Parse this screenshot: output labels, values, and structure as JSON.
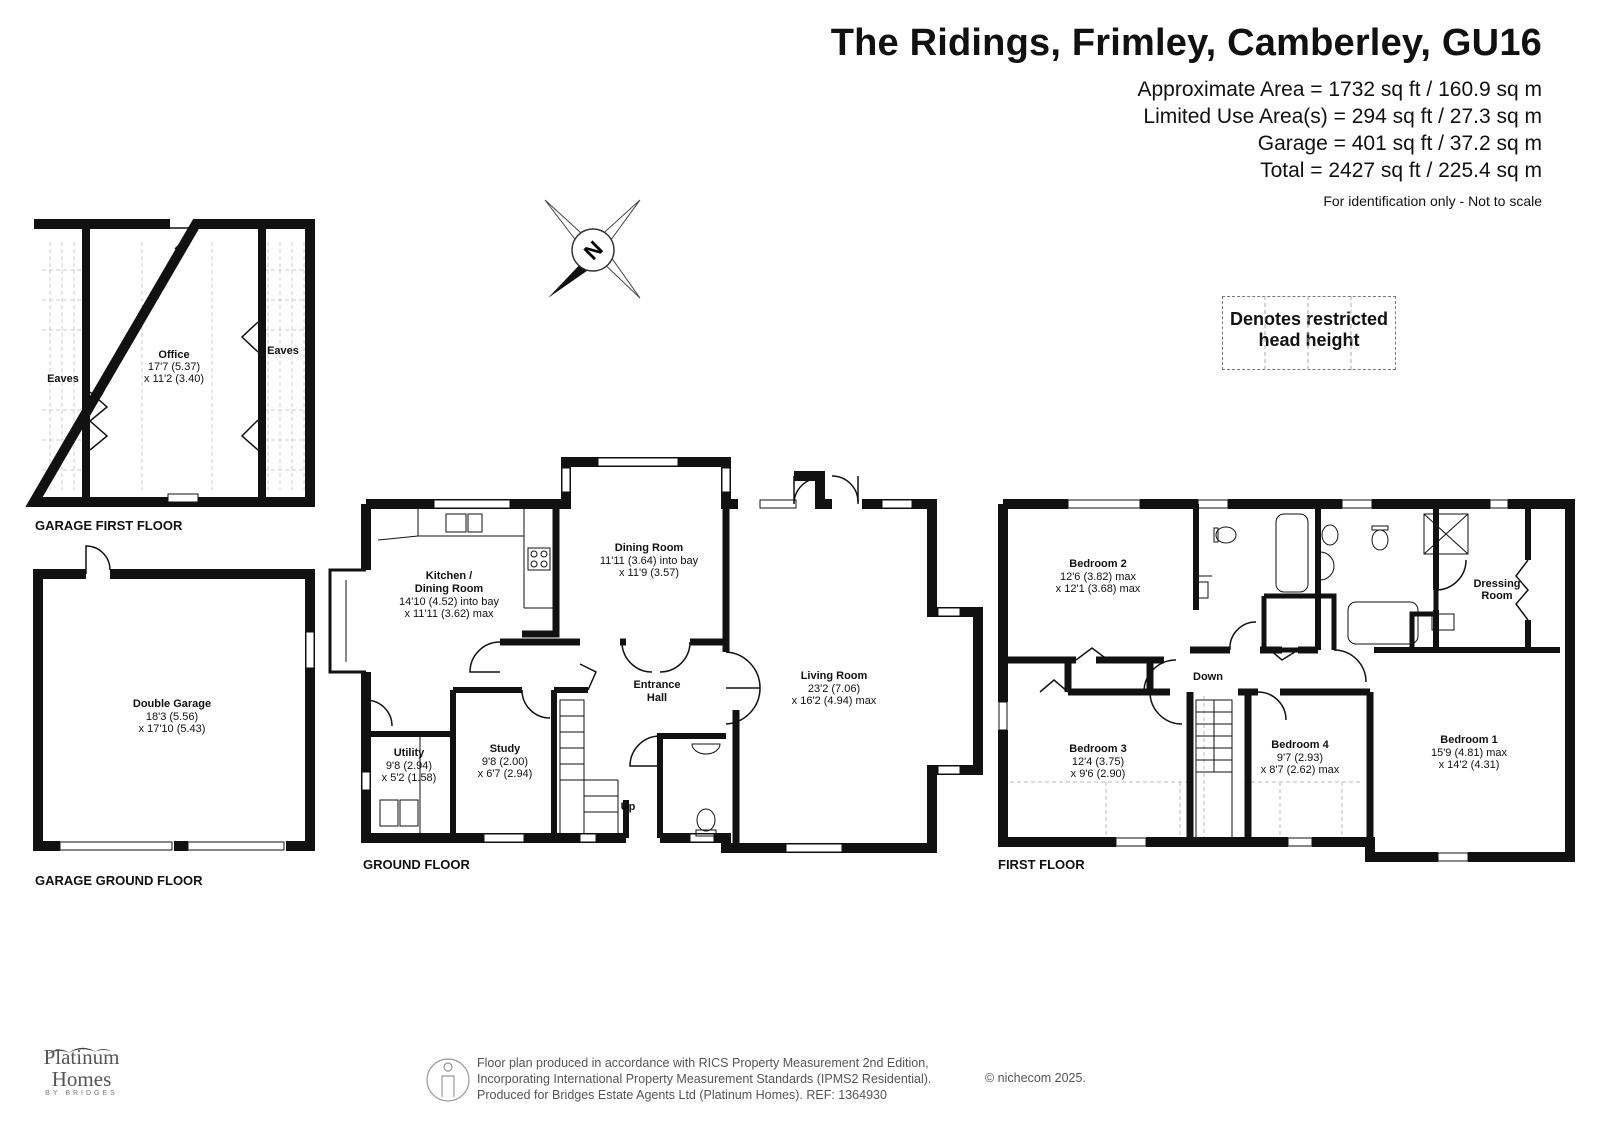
{
  "header": {
    "title": "The Ridings, Frimley, Camberley, GU16",
    "areas": [
      "Approximate Area = 1732 sq ft / 160.9 sq m",
      "Limited Use Area(s) = 294 sq ft / 27.3 sq m",
      "Garage = 401 sq ft / 37.2 sq m",
      "Total = 2427 sq ft / 225.4 sq m"
    ],
    "note": "For identification only - Not to scale"
  },
  "legend": {
    "line1": "Denotes restricted",
    "line2": "head height"
  },
  "compass": {
    "letter": "N"
  },
  "floors": {
    "garage_first": "GARAGE FIRST FLOOR",
    "garage_ground": "GARAGE GROUND FLOOR",
    "ground": "GROUND FLOOR",
    "first": "FIRST FLOOR"
  },
  "rooms": {
    "office": {
      "name": "Office",
      "dim1": "17'7 (5.37)",
      "dim2": "x 11'2 (3.40)"
    },
    "eaves": "Eaves",
    "garage": {
      "name": "Double Garage",
      "dim1": "18'3 (5.56)",
      "dim2": "x 17'10 (5.43)"
    },
    "kitchen": {
      "name1": "Kitchen /",
      "name2": "Dining Room",
      "dim1": "14'10 (4.52) into bay",
      "dim2": "x 11'11 (3.62) max"
    },
    "dining": {
      "name": "Dining Room",
      "dim1": "11'11 (3.64) into bay",
      "dim2": "x 11'9 (3.57)"
    },
    "entrance": {
      "name1": "Entrance",
      "name2": "Hall"
    },
    "living": {
      "name": "Living Room",
      "dim1": "23'2 (7.06)",
      "dim2": "x 16'2 (4.94) max"
    },
    "utility": {
      "name": "Utility",
      "dim1": "9'8 (2.94)",
      "dim2": "x 5'2 (1.58)"
    },
    "study": {
      "name": "Study",
      "dim1": "9'8 (2.00)",
      "dim2": "x 6'7 (2.94)"
    },
    "up": "Up",
    "down": "Down",
    "bedroom2": {
      "name": "Bedroom 2",
      "dim1": "12'6 (3.82) max",
      "dim2": "x 12'1 (3.68) max"
    },
    "bedroom3": {
      "name": "Bedroom 3",
      "dim1": "12'4 (3.75)",
      "dim2": "x 9'6 (2.90)"
    },
    "bedroom4": {
      "name": "Bedroom 4",
      "dim1": "9'7 (2.93)",
      "dim2": "x 8'7 (2.62) max"
    },
    "bedroom1": {
      "name": "Bedroom 1",
      "dim1": "15'9 (4.81) max",
      "dim2": "x 14'2 (4.31)"
    },
    "dressing": {
      "name1": "Dressing",
      "name2": "Room"
    }
  },
  "footer": {
    "line1": "Floor plan produced in accordance with RICS Property Measurement 2nd Edition,",
    "line2": "Incorporating International Property Measurement Standards (IPMS2 Residential).",
    "line3": "Produced for Bridges Estate Agents Ltd (Platinum Homes).   REF: 1364930",
    "copyright": "© nichecom 2025.",
    "brand1": "Platinum",
    "brand2": "Homes",
    "brand3": "BY BRIDGES"
  }
}
